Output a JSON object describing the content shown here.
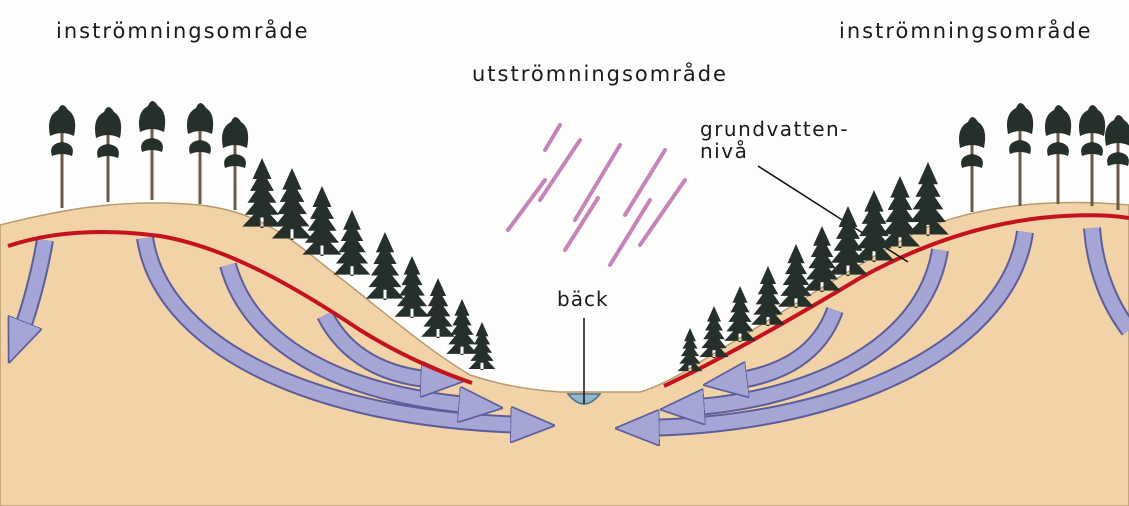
{
  "labels": {
    "inflow_left": "inströmningsområde",
    "inflow_right": "inströmningsområde",
    "outflow": "utströmningsområde",
    "groundwater_line1": "grundvatten-",
    "groundwater_line2": "nivå",
    "creek": "bäck"
  },
  "colors": {
    "soil": "#f1d3a7",
    "soil_dark": "#e5bb85",
    "groundwater_level": "#c4121e",
    "flow_arrow": "#a6a6d6",
    "flow_arrow_edge": "#5d5d9a",
    "tree": "#26302b",
    "rain": "#c585b8",
    "water": "#8fb5cf"
  }
}
